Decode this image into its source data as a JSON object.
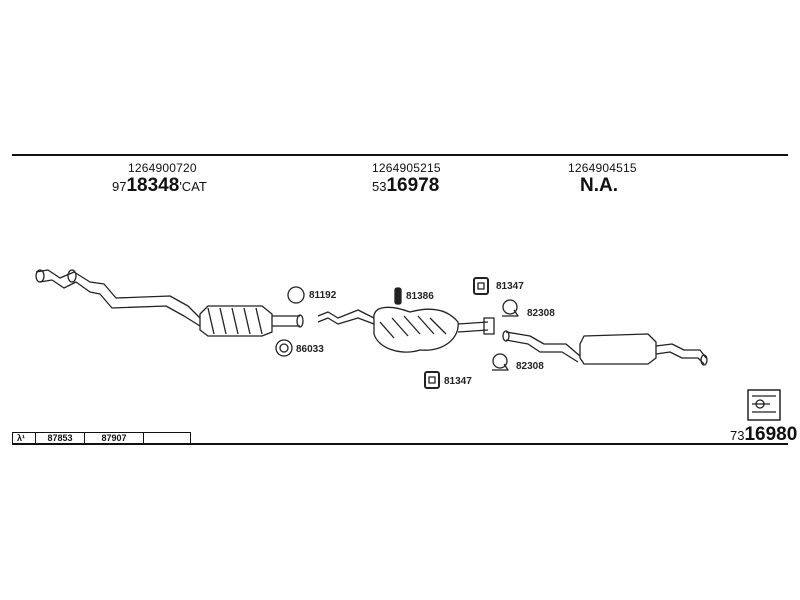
{
  "header": {
    "columns": [
      {
        "oe": "1264900720",
        "prefix": "97",
        "number": "18348",
        "suffix": "'CAT"
      },
      {
        "oe": "1264905215",
        "prefix": "53",
        "number": "16978",
        "suffix": ""
      },
      {
        "oe": "1264904515",
        "prefix": "",
        "number": "N.A.",
        "suffix": ""
      }
    ]
  },
  "parts": {
    "clamp_top": "81192",
    "gasket_left": "86033",
    "bolt": "81386",
    "rubber_top": "81347",
    "hanger_top": "82308",
    "hanger_bottom": "82308",
    "rubber_bottom": "81347"
  },
  "footer": {
    "lambda_symbol": "λ¹",
    "lambda_cells": [
      "87853",
      "87907",
      ""
    ],
    "kit_prefix": "73",
    "kit_number": "16980"
  }
}
